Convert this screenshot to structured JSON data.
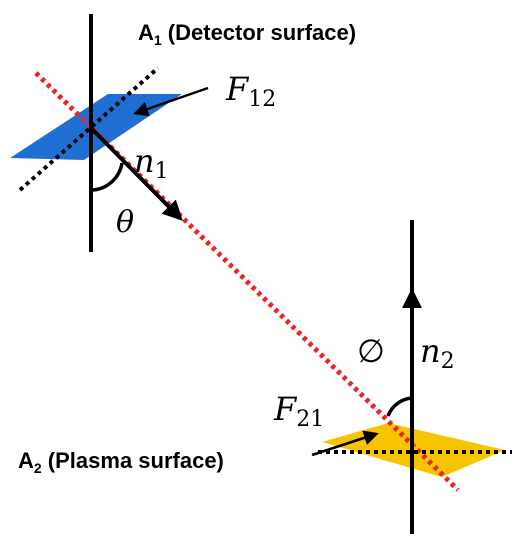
{
  "labels": {
    "a1_letter": "A",
    "a1_sub": "1",
    "a1_text": " (Detector surface)",
    "a2_letter": "A",
    "a2_sub": "2",
    "a2_text": " (Plasma surface)",
    "f12_main": "F",
    "f12_sub": "12",
    "f21_main": "F",
    "f21_sub": "21",
    "n1_main": "n",
    "n1_sub": "1",
    "n2_main": "n",
    "n2_sub": "2",
    "theta": "θ",
    "phi": "∅"
  },
  "colors": {
    "detector_surface": "#1e6fd1",
    "plasma_surface": "#f7c400",
    "line_of_sight": "#e8262a",
    "lines": "#000000"
  }
}
